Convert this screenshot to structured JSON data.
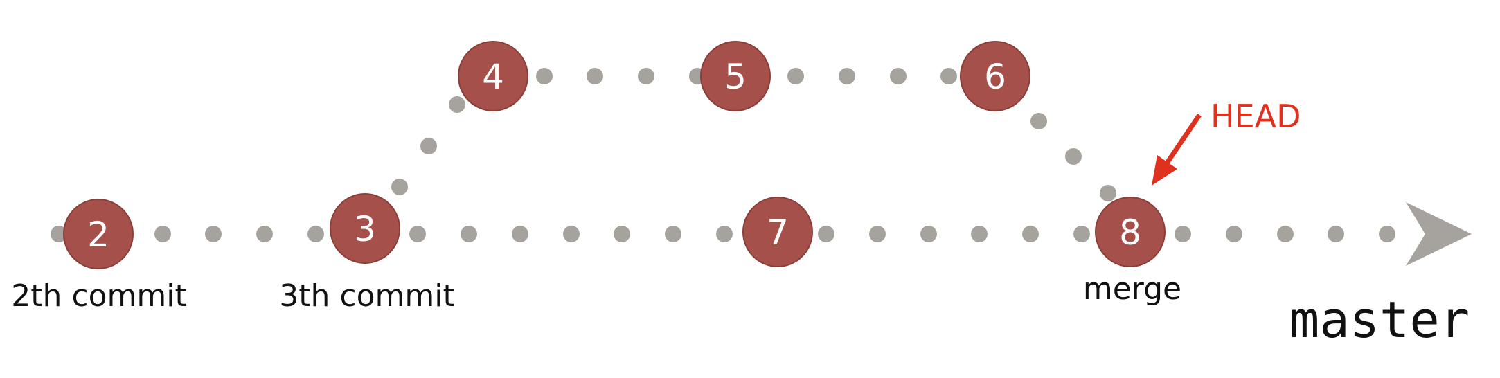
{
  "colors": {
    "commit_fill": "#a5504b",
    "commit_stroke": "#8a3e3a",
    "dot": "#a6a29d",
    "arrow": "#a6a29d",
    "head": "#e0301e"
  },
  "commits": [
    {
      "id": "2",
      "caption": "2th commit"
    },
    {
      "id": "3",
      "caption": "3th commit"
    },
    {
      "id": "4"
    },
    {
      "id": "5"
    },
    {
      "id": "6"
    },
    {
      "id": "7"
    },
    {
      "id": "8",
      "caption": "merge"
    }
  ],
  "head": {
    "label": "HEAD"
  },
  "branch": {
    "label": "master"
  }
}
